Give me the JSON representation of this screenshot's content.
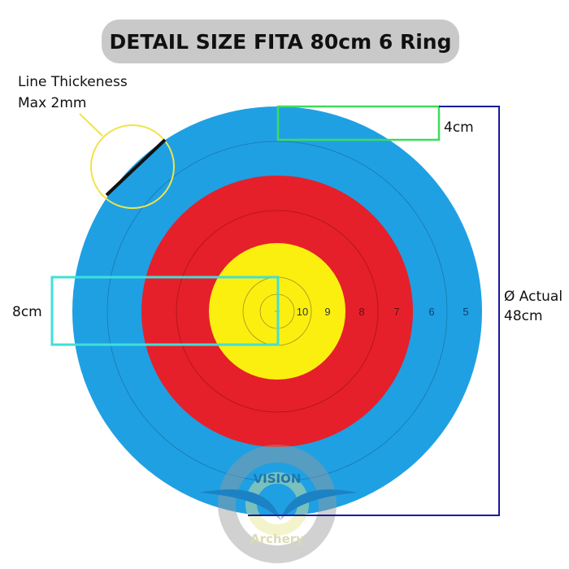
{
  "title": "DETAIL SIZE FITA 80cm 6 Ring",
  "line_note": {
    "line1": "Line Thickeness",
    "line2": "Max 2mm"
  },
  "dimensions": {
    "ring_width": "4cm",
    "center_width": "8cm",
    "diameter_line1": "Ø Actual",
    "diameter_line2": "48cm"
  },
  "ring_scores": [
    "10",
    "9",
    "8",
    "7",
    "6",
    "5"
  ],
  "watermark": {
    "top": "VISION",
    "bottom": "Archery"
  },
  "colors": {
    "blue": "#1fa0e3",
    "red": "#e5202a",
    "yellow": "#fbef10",
    "green_box": "#3ddc5a",
    "cyan_box": "#3fe0d8",
    "bracket": "#1a1aa0",
    "title_bg": "#c9c9c9"
  }
}
